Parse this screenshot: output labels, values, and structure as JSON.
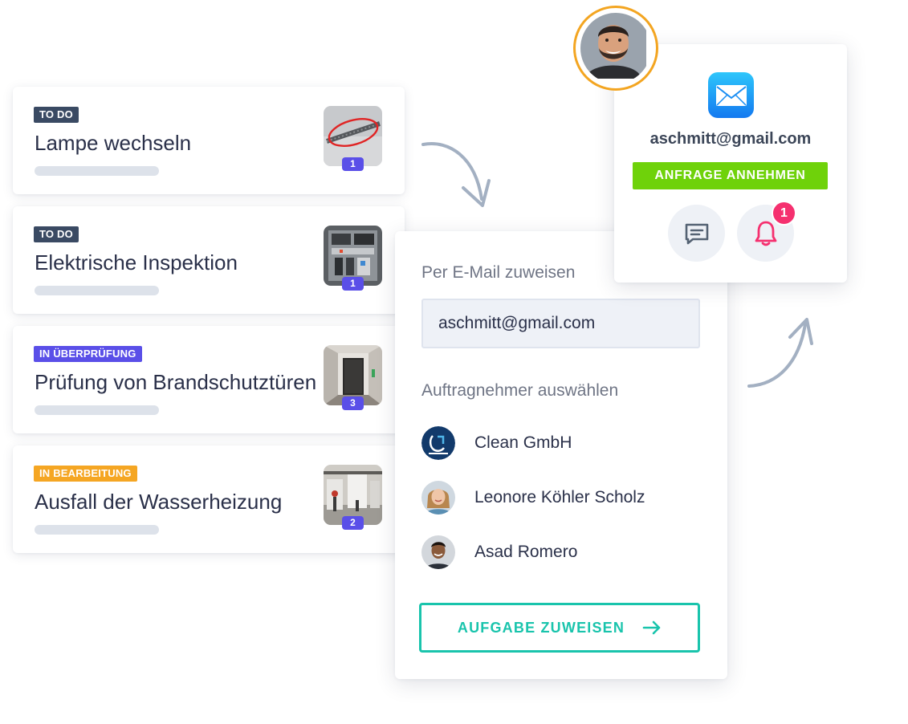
{
  "tasks": [
    {
      "status": "TO DO",
      "status_color": "#3a4a63",
      "title": "Lampe wechseln",
      "photo_count": "1",
      "photo": "cable-with-red-circle"
    },
    {
      "status": "TO DO",
      "status_color": "#3a4a63",
      "title": "Elektrische Inspektion",
      "photo_count": "1",
      "photo": "electrical-cabinet"
    },
    {
      "status": "IN ÜBERPRÜFUNG",
      "status_color": "#5a4fe8",
      "title": "Prüfung von Brandschutztüren",
      "photo_count": "3",
      "photo": "fire-door-hallway"
    },
    {
      "status": "IN BEARBEITUNG",
      "status_color": "#f5a623",
      "title": "Ausfall der Wasserheizung",
      "photo_count": "2",
      "photo": "boiler-room"
    }
  ],
  "assign_panel": {
    "email_label": "Per E-Mail zuweisen",
    "email_value": "aschmitt@gmail.com",
    "contractor_label": "Auftragnehmer auswählen",
    "contractors": [
      {
        "name": "Clean GmbH",
        "avatar": "cleaning-company-logo"
      },
      {
        "name": "Leonore Köhler Scholz",
        "avatar": "woman-portrait"
      },
      {
        "name": "Asad Romero",
        "avatar": "man-portrait"
      }
    ],
    "assign_button_label": "AUFGABE ZUWEISEN",
    "assign_button_icon": "arrow-right-icon",
    "accent_color": "#19c4ac"
  },
  "request_card": {
    "icon": "mail-icon",
    "email": "aschmitt@gmail.com",
    "accept_label": "ANFRAGE ANNEHMEN",
    "accept_color": "#6fd20a",
    "chat_icon": "chat-icon",
    "bell_icon": "bell-icon",
    "notification_count": "1",
    "notification_color": "#f5306f",
    "profile_ring_color": "#f3a521"
  }
}
